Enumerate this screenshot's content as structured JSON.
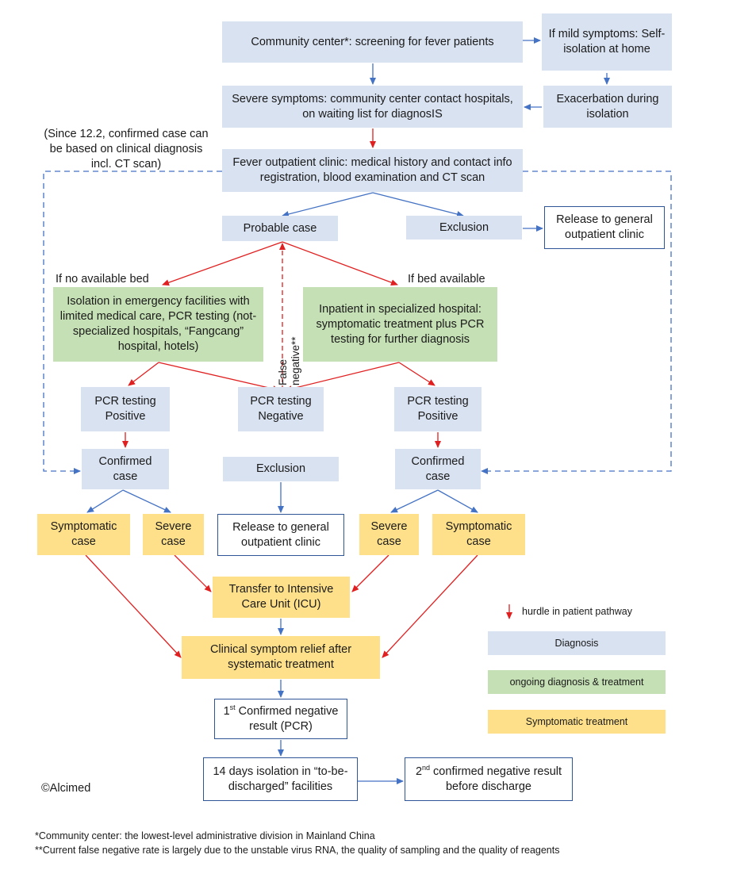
{
  "boxes": {
    "community_center": "Community center*: screening for fever patients",
    "mild_symptoms": "If mild symptoms: Self-isolation at home",
    "severe_symptoms": "Severe symptoms: community center contact hospitals, on waiting list for diagnosIS",
    "exacerbation": "Exacerbation during isolation",
    "fever_clinic": "Fever outpatient clinic: medical history and contact info registration, blood examination and CT scan",
    "probable_case": "Probable case",
    "exclusion_top": "Exclusion",
    "release_top": "Release to general outpatient clinic",
    "isolation_emergency": "Isolation in emergency facilities with limited medical care, PCR testing (not-specialized hospitals, “Fangcang” hospital, hotels)",
    "inpatient_specialized": "Inpatient in specialized hospital: symptomatic treatment plus PCR testing for further diagnosis",
    "pcr_pos_left": "PCR testing Positive",
    "pcr_negative": "PCR testing Negative",
    "pcr_pos_right": "PCR testing Positive",
    "confirmed_left": "Confirmed case",
    "exclusion_mid": "Exclusion",
    "confirmed_right": "Confirmed case",
    "symptomatic_left": "Symptomatic case",
    "severe_left": "Severe case",
    "release_mid": "Release to general outpatient clinic",
    "severe_right": "Severe case",
    "symptomatic_right": "Symptomatic case",
    "icu": "Transfer to Intensive Care Unit (ICU)",
    "clinical_relief": "Clinical symptom relief after systematic treatment",
    "first_neg_sup": "st",
    "first_neg_pre": "1",
    "first_neg_rest": " Confirmed negative result (PCR)",
    "isolation_14": "14 days isolation in “to-be-discharged” facilities",
    "second_neg_pre": "2",
    "second_neg_sup": "nd",
    "second_neg_rest": " confirmed negative result before discharge"
  },
  "labels": {
    "since_note": "(Since 12.2, confirmed case can be based on clinical diagnosis incl. CT scan)",
    "no_bed": "If no available bed",
    "bed_available": "If bed available",
    "false_negative": "False negative**",
    "copyright": "©Alcimed"
  },
  "legend": {
    "hurdle": "hurdle in patient pathway",
    "diagnosis": "Diagnosis",
    "ongoing": "ongoing diagnosis & treatment",
    "symptomatic": "Symptomatic treatment"
  },
  "footnotes": {
    "note1": "*Community  center:  the  lowest-level  administrative  division  in  Mainland  China",
    "note2": "**Current  false negative rate is largely due to the unstable virus RNA, the quality of sampling and the quality of reagents"
  },
  "colors": {
    "diagnosis": "#d9e2f1",
    "ongoing": "#c5e0b4",
    "symptomatic": "#ffe08a",
    "flow_arrow": "#4472c4",
    "hurdle_arrow": "#e02020"
  }
}
